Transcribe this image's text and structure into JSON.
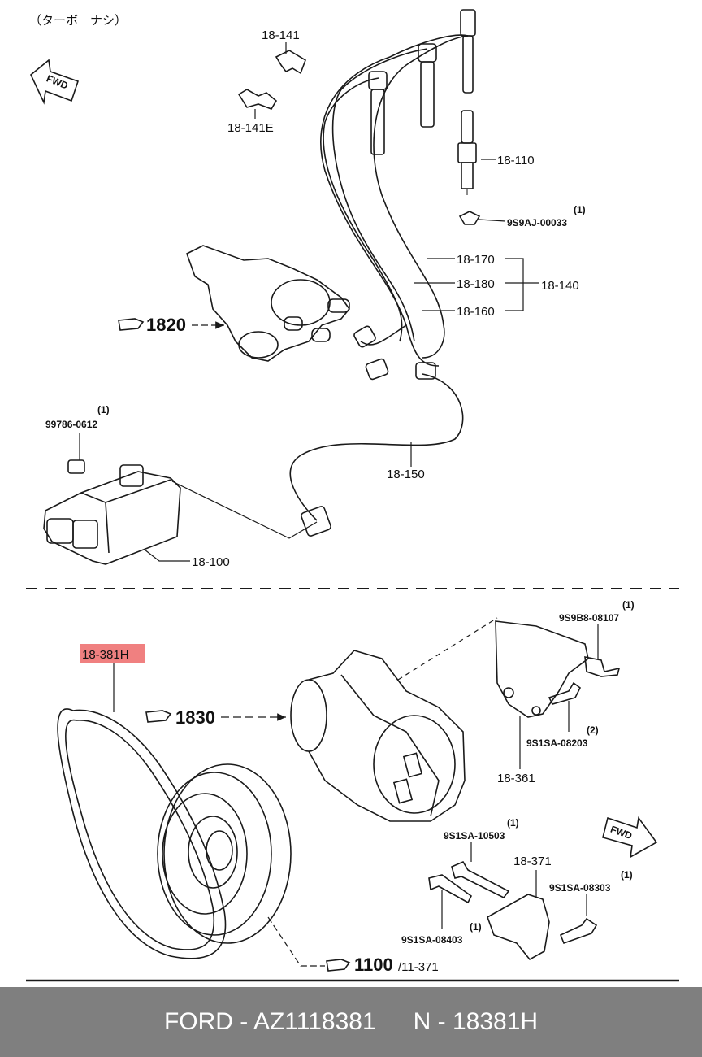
{
  "header": {
    "note": "（ターボ　ナシ）"
  },
  "fwd": "FWD",
  "labels": {
    "p18_141": "18-141",
    "p18_141e": "18-141E",
    "p18_110": "18-110",
    "p9s9aj": "9S9AJ-00033",
    "p9s9aj_qty": "(1)",
    "p18_170": "18-170",
    "p18_180": "18-180",
    "p18_160": "18-160",
    "p18_140": "18-140",
    "ref1820": "1820",
    "p99786": "99786-0612",
    "p99786_qty": "(1)",
    "p18_150": "18-150",
    "p18_100": "18-100",
    "p18_381h": "18-381H",
    "ref1830": "1830",
    "p9s9b8": "9S9B8-08107",
    "p9s9b8_qty": "(1)",
    "p9s1sa_08203": "9S1SA-08203",
    "p9s1sa_08203_qty": "(2)",
    "p18_361": "18-361",
    "p9s1sa_10503": "9S1SA-10503",
    "p9s1sa_10503_qty": "(1)",
    "p18_371": "18-371",
    "p9s1sa_08303": "9S1SA-08303",
    "p9s1sa_08303_qty": "(1)",
    "p9s1sa_08403": "9S1SA-08403",
    "p9s1sa_08403_qty": "(1)",
    "ref1100": "1100",
    "ref1100_sub": "/11-371"
  },
  "highlight_color": "#f08080",
  "footer": {
    "left": "FORD - AZ1118381",
    "right": "N - 18381H"
  }
}
